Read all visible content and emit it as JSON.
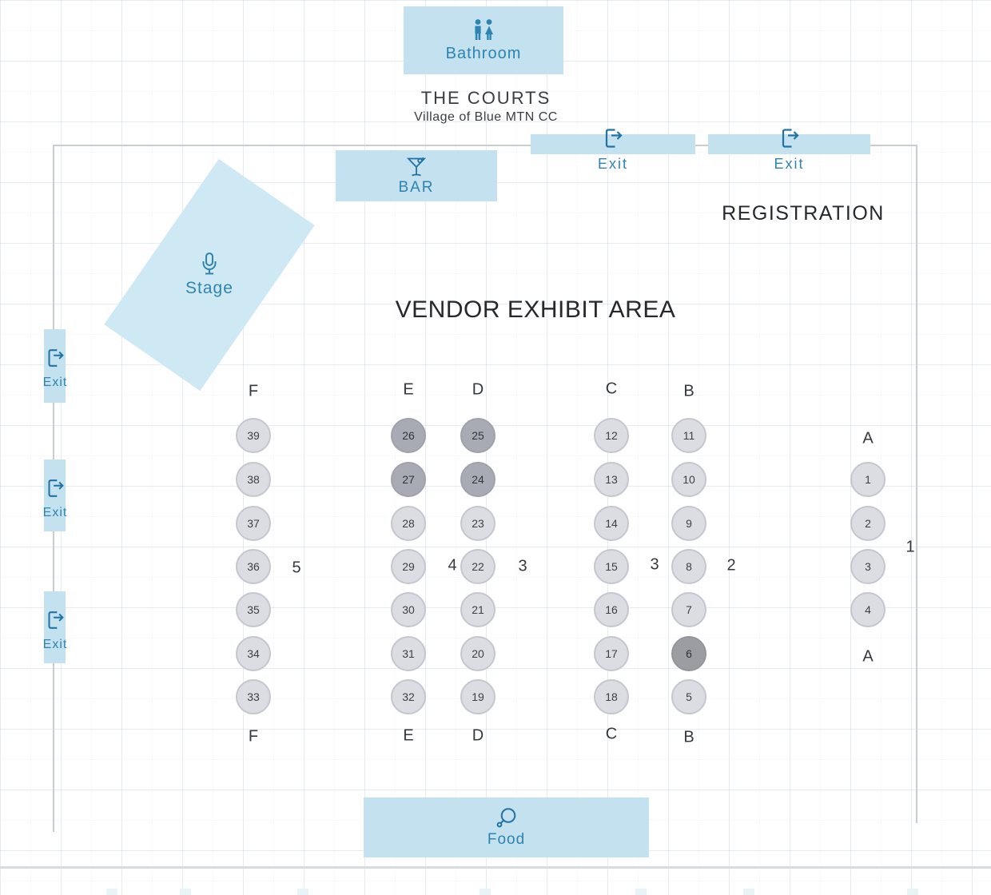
{
  "venue": {
    "title": "THE COURTS",
    "subtitle": "Village of Blue MTN CC"
  },
  "labels": {
    "bathroom": "Bathroom",
    "bar": "BAR",
    "stage": "Stage",
    "food": "Food",
    "exit": "Exit",
    "registration": "REGISTRATION",
    "vendor_area": "VENDOR EXHIBIT AREA"
  },
  "seat_map": {
    "columns": [
      {
        "letter": "F",
        "seats": [
          {
            "n": "39"
          },
          {
            "n": "38"
          },
          {
            "n": "37"
          },
          {
            "n": "36"
          },
          {
            "n": "35"
          },
          {
            "n": "34"
          },
          {
            "n": "33"
          }
        ]
      },
      {
        "letter": "E",
        "seats": [
          {
            "n": "26",
            "shade": "dark"
          },
          {
            "n": "27",
            "shade": "dark"
          },
          {
            "n": "28"
          },
          {
            "n": "29"
          },
          {
            "n": "30"
          },
          {
            "n": "31"
          },
          {
            "n": "32"
          }
        ]
      },
      {
        "letter": "D",
        "seats": [
          {
            "n": "25",
            "shade": "dark"
          },
          {
            "n": "24",
            "shade": "dark"
          },
          {
            "n": "23"
          },
          {
            "n": "22"
          },
          {
            "n": "21"
          },
          {
            "n": "20"
          },
          {
            "n": "19"
          }
        ]
      },
      {
        "letter": "C",
        "seats": [
          {
            "n": "12"
          },
          {
            "n": "13"
          },
          {
            "n": "14"
          },
          {
            "n": "15"
          },
          {
            "n": "16"
          },
          {
            "n": "17"
          },
          {
            "n": "18"
          }
        ]
      },
      {
        "letter": "B",
        "seats": [
          {
            "n": "11"
          },
          {
            "n": "10"
          },
          {
            "n": "9"
          },
          {
            "n": "8"
          },
          {
            "n": "7"
          },
          {
            "n": "6",
            "shade": "darker"
          },
          {
            "n": "5"
          }
        ]
      },
      {
        "letter": "A",
        "seats": [
          {
            "n": "1"
          },
          {
            "n": "2"
          },
          {
            "n": "3"
          },
          {
            "n": "4"
          }
        ]
      }
    ],
    "aisle_labels": [
      {
        "text": "5"
      },
      {
        "text": "4"
      },
      {
        "text": "3"
      },
      {
        "text": "3"
      },
      {
        "text": "2"
      },
      {
        "text": "1"
      }
    ]
  },
  "colors": {
    "area_fill": "#c3e1ef",
    "stage_fill": "#cfe9f4",
    "accent_blue": "#2e84b0",
    "icon_blue": "#2272a3",
    "seat_light": "#dcdde3",
    "seat_dark": "#a9abb4",
    "seat_darker": "#9b9da2",
    "wall": "#c9cdd2"
  }
}
